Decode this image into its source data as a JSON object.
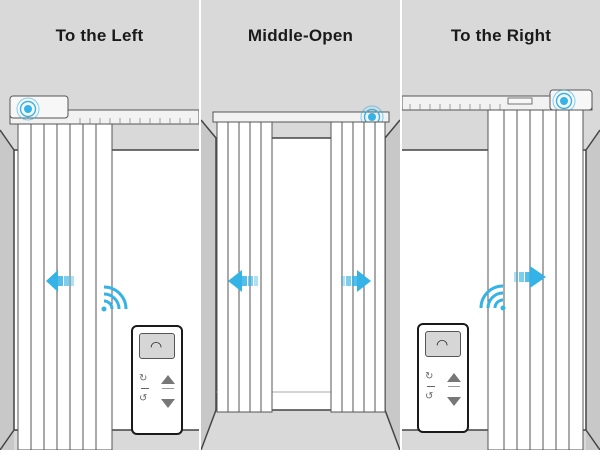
{
  "panels": [
    {
      "title": "To the Left"
    },
    {
      "title": "Middle-Open"
    },
    {
      "title": "To the Right"
    }
  ],
  "icons": {
    "signal": "wifi-icon",
    "arrow": "arrow-icon",
    "rotate_cw": "↻",
    "rotate_ccw": "↺"
  },
  "colors": {
    "accent": "#36b3e6",
    "panel_bg": "#d9d9d9"
  }
}
